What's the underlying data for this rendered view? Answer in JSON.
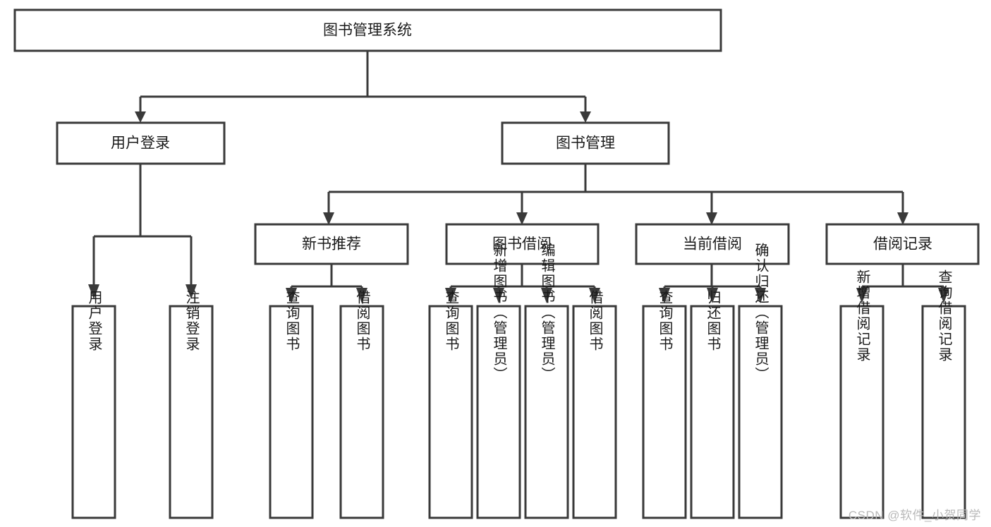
{
  "diagram": {
    "title": "图书管理系统",
    "type": "tree-hierarchy-chart",
    "colors": {
      "stroke": "#3a3a3a",
      "fill": "#ffffff",
      "text": "#1a1a1a",
      "watermark": "#b9b9b9"
    },
    "root": {
      "label": "图书管理系统"
    },
    "level2": [
      {
        "label": "用户登录"
      },
      {
        "label": "图书管理"
      }
    ],
    "level3": [
      {
        "label": "新书推荐"
      },
      {
        "label": "图书借阅"
      },
      {
        "label": "当前借阅"
      },
      {
        "label": "借阅记录"
      }
    ],
    "leaves": {
      "user_login": [
        {
          "label": "用户登录"
        },
        {
          "label": "注销登录"
        }
      ],
      "new_book_recommend": [
        {
          "label": "查询图书"
        },
        {
          "label": "借阅图书"
        }
      ],
      "book_borrow": [
        {
          "label": "查询图书"
        },
        {
          "label": "新增图书（管理员）"
        },
        {
          "label": "编辑图书（管理员）"
        },
        {
          "label": "借阅图书"
        }
      ],
      "current_borrow": [
        {
          "label": "查询图书"
        },
        {
          "label": "归还图书"
        },
        {
          "label": "确认归还（管理员）"
        }
      ],
      "borrow_record": [
        {
          "label": "新增借阅记录"
        },
        {
          "label": "查询借阅记录"
        }
      ]
    }
  },
  "watermark": {
    "text": "CSDN @软件_小贺同学"
  }
}
